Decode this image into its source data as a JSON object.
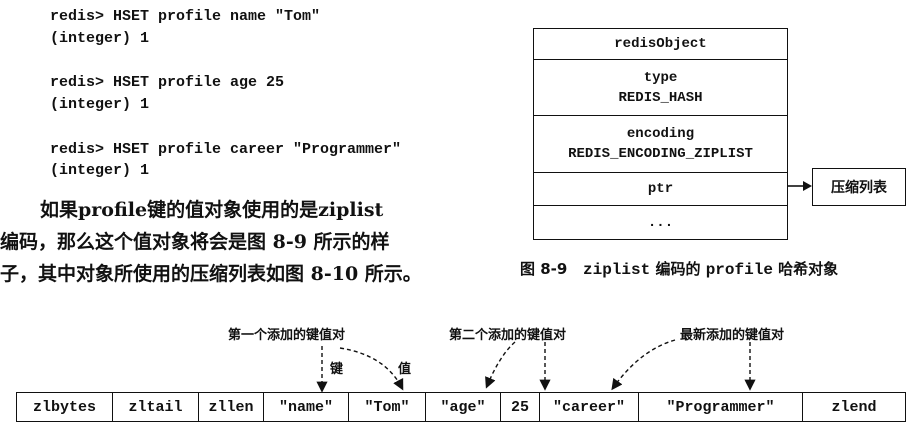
{
  "code": {
    "line1": "redis> HSET profile name \"Tom\"",
    "result1": "(integer) 1",
    "line2": "redis> HSET profile age 25",
    "result2": "(integer) 1",
    "line3": "redis> HSET profile career \"Programmer\"",
    "result3": "(integer) 1"
  },
  "paragraph": {
    "line1": "如果profile键的值对象使用的是ziplist",
    "line2": "编码，那么这个值对象将会是图 8-9 所示的样",
    "line3": "子，其中对象所使用的压缩列表如图 8-10 所示。"
  },
  "redis_object": {
    "header": "redisObject",
    "type_label": "type",
    "type_value": "REDIS_HASH",
    "encoding_label": "encoding",
    "encoding_value": "REDIS_ENCODING_ZIPLIST",
    "ptr": "ptr",
    "more": "..."
  },
  "ziplist_box": "压缩列表",
  "caption": {
    "fig": "图 8-9",
    "text_a": "ziplist",
    "text_b": "编码的",
    "text_c": "profile",
    "text_d": "哈希对象"
  },
  "annotations": {
    "first_pair": "第一个添加的键值对",
    "second_pair": "第二个添加的键值对",
    "newest_pair": "最新添加的键值对",
    "key": "键",
    "value": "值"
  },
  "ziplist": [
    "zlbytes",
    "zltail",
    "zllen",
    "\"name\"",
    "\"Tom\"",
    "\"age\"",
    "25",
    "\"career\"",
    "\"Programmer\"",
    "zlend"
  ]
}
